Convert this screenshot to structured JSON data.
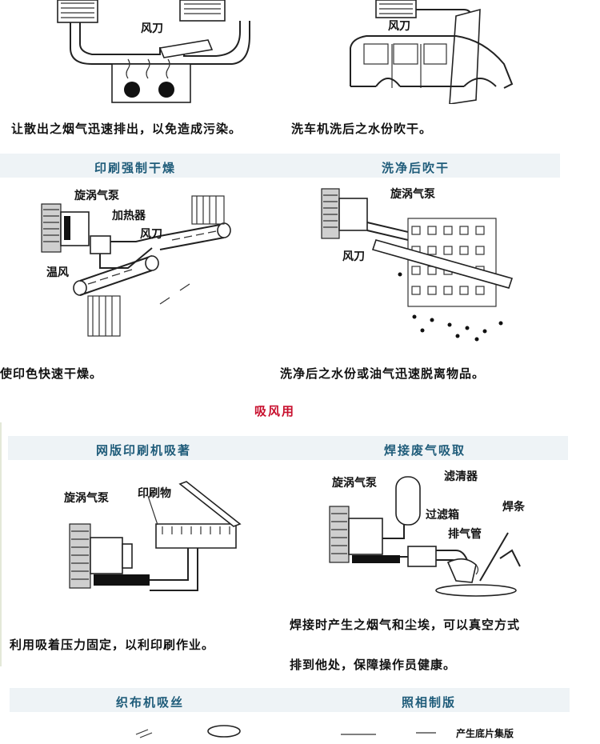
{
  "top": {
    "left_label": "风刀",
    "right_label": "风刀",
    "caption_left": "让散出之烟气迅速排出，以免造成污染。",
    "caption_right": "洗车机洗后之水份吹干。"
  },
  "drying": {
    "band_left": "印刷强制干燥",
    "band_right": "洗净后吹干",
    "left_labels": {
      "pump": "旋涡气泵",
      "heater": "加热器",
      "knife": "风刀",
      "warm": "温风"
    },
    "right_labels": {
      "pump": "旋涡气泵",
      "knife": "风刀"
    },
    "caption_left": "使印色快速干燥。",
    "caption_right": "洗净后之水份或油气迅速脱离物品。"
  },
  "suction": {
    "section_title": "吸风用",
    "band_left": "网版印刷机吸著",
    "band_right": "焊接废气吸取",
    "left_labels": {
      "pump": "旋涡气泵",
      "print": "印刷物"
    },
    "right_labels": {
      "pump": "旋涡气泵",
      "cleaner": "滤清器",
      "filter_box": "过滤箱",
      "exhaust": "排气管",
      "rod": "焊条"
    },
    "caption_left": "利用吸着压力固定，以利印刷作业。",
    "caption_right_1": "焊接时产生之烟气和尘埃，可以真空方式",
    "caption_right_2": "排到他处，保障操作员健康。"
  },
  "bottom": {
    "band_left": "织布机吸丝",
    "band_right": "照相制版",
    "partial_text": "产生底片集版"
  }
}
